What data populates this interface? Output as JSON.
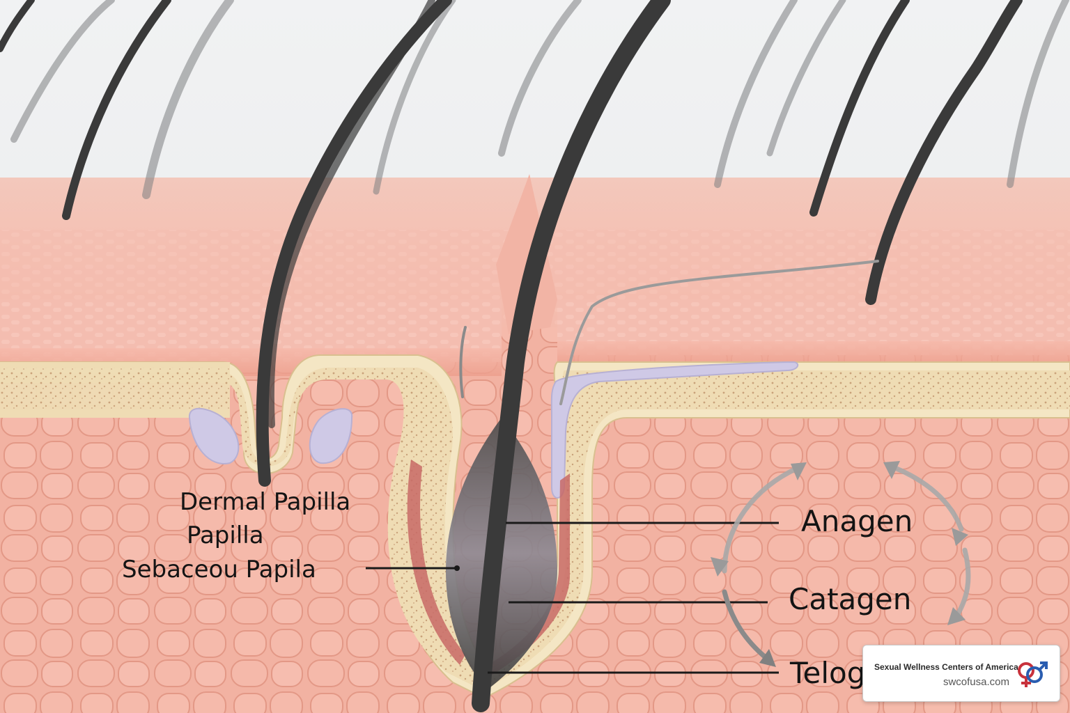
{
  "labels": {
    "dermal_papilla": "Dermal Papilla",
    "papilla": "Papilla",
    "sebaceous": "Sebaceou Papila"
  },
  "cycle": {
    "anagen": "Anagen",
    "catagen": "Catagen",
    "telogen": "Telog"
  },
  "badge": {
    "org": "Sexual Wellness Centers of America",
    "url": "swcofusa.com",
    "logo_icon": "gender-symbols-icon"
  },
  "colors": {
    "skin": "#f4b3a4",
    "dermis": "#f2b2a2",
    "hair": "#3a3a3a",
    "sheath": "#efdcb4",
    "gland": "#cfc9e6",
    "logo_blue": "#2a5db0",
    "logo_red": "#c8323c"
  }
}
